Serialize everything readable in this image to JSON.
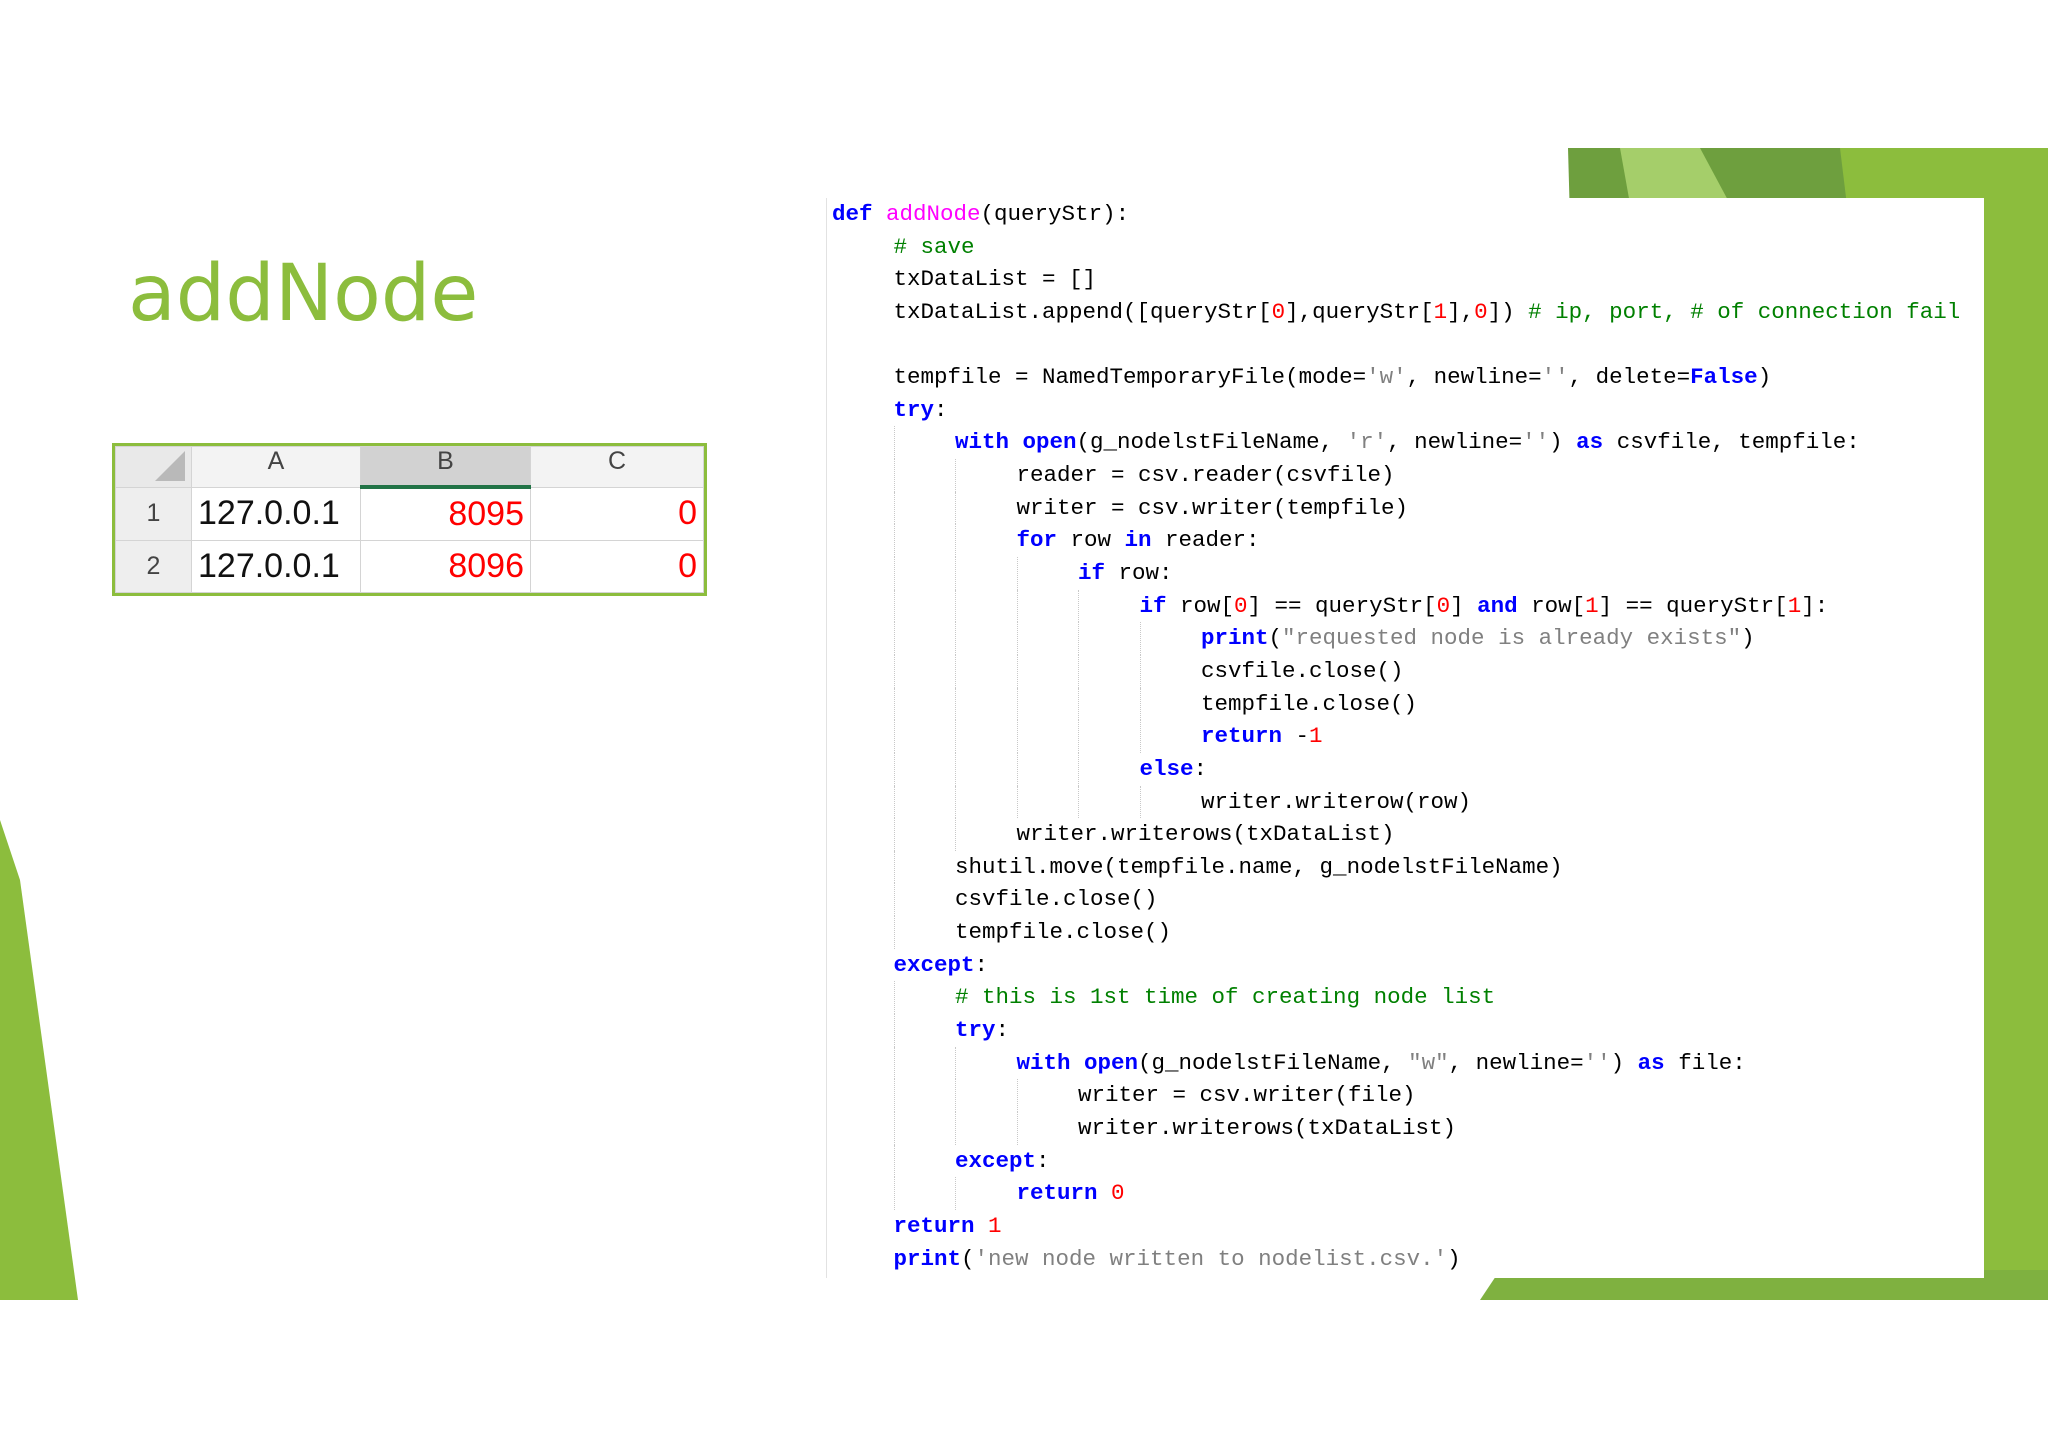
{
  "slide": {
    "title": "addNode",
    "colors": {
      "accent": "#8cbd3d",
      "accent_dark": "#6e9f3e",
      "code_keyword": "#0000ff",
      "code_function": "#ff00ff",
      "code_string": "#808080",
      "code_comment": "#008000",
      "code_number": "#ff0000"
    }
  },
  "spreadsheet": {
    "columns": [
      "A",
      "B",
      "C"
    ],
    "selected_column": "B",
    "rows": [
      {
        "row_num": "1",
        "cells": [
          "127.0.0.1",
          "8095",
          "0"
        ]
      },
      {
        "row_num": "2",
        "cells": [
          "127.0.0.1",
          "8096",
          "0"
        ]
      }
    ]
  },
  "code": {
    "language": "python",
    "lines": [
      {
        "indent": 0,
        "text": "def addNode(queryStr):"
      },
      {
        "indent": 1,
        "text": "# save"
      },
      {
        "indent": 1,
        "text": "txDataList = []"
      },
      {
        "indent": 1,
        "text": "txDataList.append([queryStr[0],queryStr[1],0]) # ip, port, # of connection fail"
      },
      {
        "indent": 0,
        "text": ""
      },
      {
        "indent": 1,
        "text": "tempfile = NamedTemporaryFile(mode='w', newline='', delete=False)"
      },
      {
        "indent": 1,
        "text": "try:"
      },
      {
        "indent": 2,
        "text": "with open(g_nodelstFileName, 'r', newline='') as csvfile, tempfile:"
      },
      {
        "indent": 3,
        "text": "reader = csv.reader(csvfile)"
      },
      {
        "indent": 3,
        "text": "writer = csv.writer(tempfile)"
      },
      {
        "indent": 3,
        "text": "for row in reader:"
      },
      {
        "indent": 4,
        "text": "if row:"
      },
      {
        "indent": 5,
        "text": "if row[0] == queryStr[0] and row[1] == queryStr[1]:"
      },
      {
        "indent": 6,
        "text": "print(\"requested node is already exists\")"
      },
      {
        "indent": 6,
        "text": "csvfile.close()"
      },
      {
        "indent": 6,
        "text": "tempfile.close()"
      },
      {
        "indent": 6,
        "text": "return -1"
      },
      {
        "indent": 5,
        "text": "else:"
      },
      {
        "indent": 6,
        "text": "writer.writerow(row)"
      },
      {
        "indent": 3,
        "text": "writer.writerows(txDataList)"
      },
      {
        "indent": 2,
        "text": "shutil.move(tempfile.name, g_nodelstFileName)"
      },
      {
        "indent": 2,
        "text": "csvfile.close()"
      },
      {
        "indent": 2,
        "text": "tempfile.close()"
      },
      {
        "indent": 1,
        "text": "except:"
      },
      {
        "indent": 2,
        "text": "# this is 1st time of creating node list"
      },
      {
        "indent": 2,
        "text": "try:"
      },
      {
        "indent": 3,
        "text": "with open(g_nodelstFileName, \"w\", newline='') as file:"
      },
      {
        "indent": 4,
        "text": "writer = csv.writer(file)"
      },
      {
        "indent": 4,
        "text": "writer.writerows(txDataList)"
      },
      {
        "indent": 2,
        "text": "except:"
      },
      {
        "indent": 3,
        "text": "return 0"
      },
      {
        "indent": 1,
        "text": "return 1"
      },
      {
        "indent": 1,
        "text": "print('new node written to nodelist.csv.')"
      }
    ]
  }
}
